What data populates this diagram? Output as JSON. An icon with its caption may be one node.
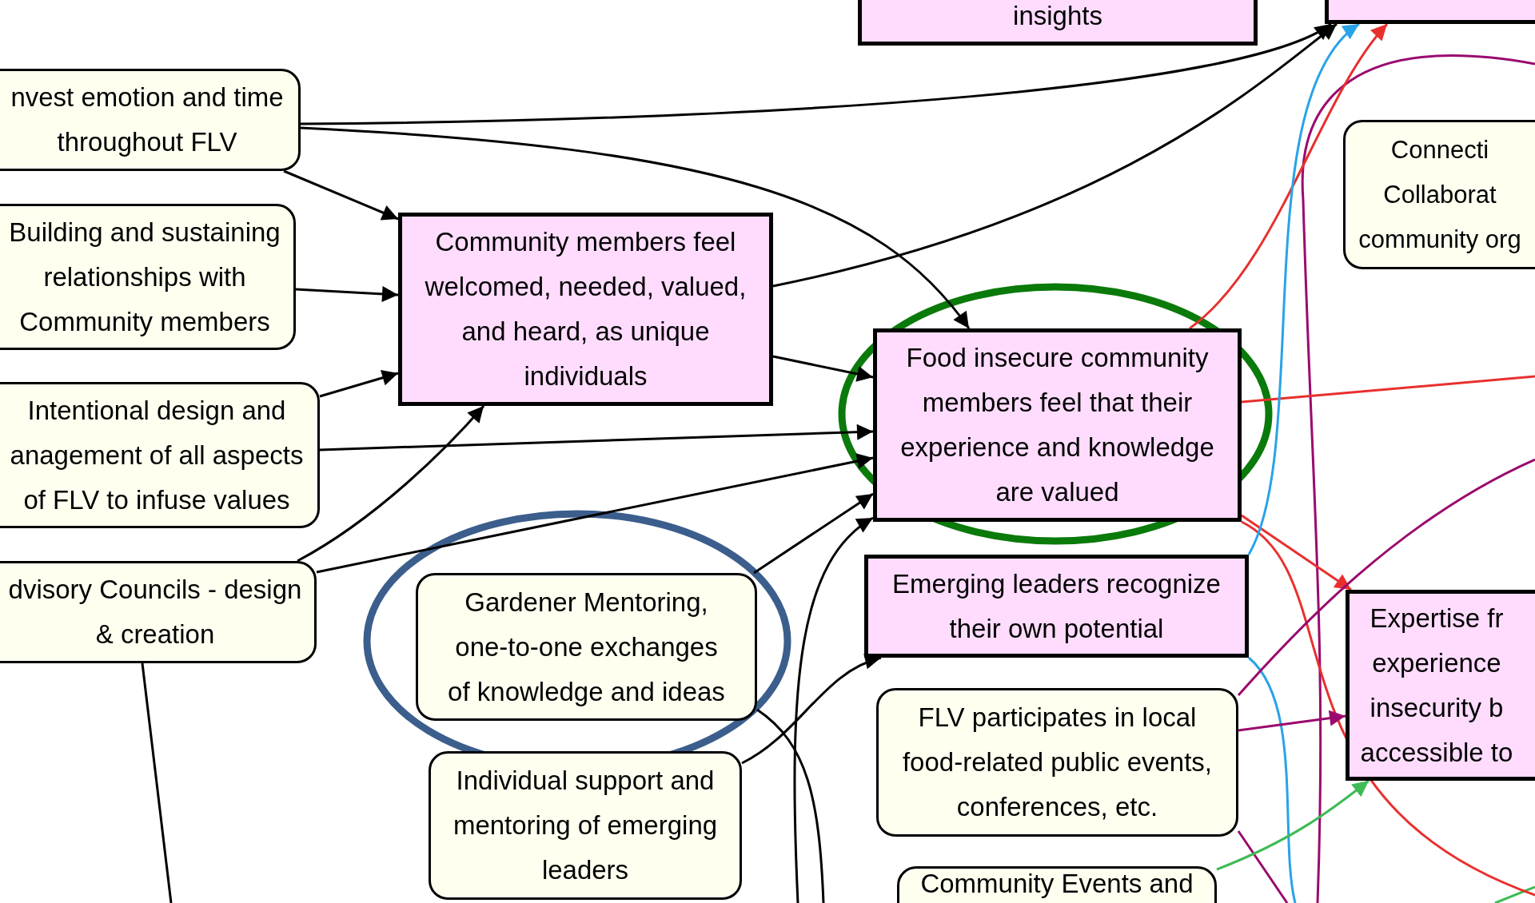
{
  "diagram": {
    "nodes": [
      {
        "text": [
          "insights"
        ]
      },
      {
        "text": [],
        "shape": "box"
      },
      {
        "text": [
          "nvest emotion and time throughout FLV"
        ]
      },
      {
        "text": [
          "Building and sustaining relationships with Community members"
        ]
      },
      {
        "text": [
          "Intentional design and anagement of all aspects of FLV to infuse values"
        ]
      },
      {
        "text": [
          "dvisory Councils - design & creation"
        ]
      },
      {
        "text": [
          "Community members feel welcomed, needed, valued, and heard, as unique individuals"
        ]
      },
      {
        "text": [
          "Food insecure community members feel that their experience and knowledge are valued"
        ]
      },
      {
        "text": [
          "Emerging leaders recognize their own potential"
        ]
      },
      {
        "text": [
          "Gardener Mentoring, one-to-one exchanges of knowledge and ideas"
        ]
      },
      {
        "text": [
          "Individual support and mentoring of emerging leaders"
        ]
      },
      {
        "text": [
          "FLV participates in local food-related public events, conferences, etc."
        ]
      },
      {
        "text": [
          "Community Events and"
        ]
      },
      {
        "text": [
          "Connecti Collaborat community org"
        ]
      },
      {
        "text": [
          "Expertise fr experience insecurity b accessible to"
        ]
      }
    ],
    "edges": [
      {
        "from": 2,
        "to": 1,
        "arrow": "to"
      },
      {
        "from": 2,
        "to": 7,
        "arrow": "to"
      },
      {
        "from": 2,
        "to": 6,
        "arrow": "to"
      },
      {
        "from": 3,
        "to": 6,
        "arrow": "to"
      },
      {
        "from": 4,
        "to": 6,
        "arrow": "to"
      },
      {
        "from": 4,
        "to": 7,
        "arrow": "to"
      },
      {
        "from": 5,
        "to": 6,
        "arrow": "to"
      },
      {
        "from": 5,
        "to": 7,
        "arrow": "to"
      },
      {
        "from": 5,
        "to": null,
        "arrow": "none"
      },
      {
        "from": 6,
        "to": 1,
        "arrow": "to"
      },
      {
        "from": 6,
        "to": 7,
        "arrow": "to"
      },
      {
        "from": 9,
        "to": 7,
        "arrow": "to"
      },
      {
        "from": 10,
        "to": 8,
        "arrow": "to"
      },
      {
        "from": null,
        "to": 7,
        "arrow": "to"
      },
      {
        "from": 9,
        "to": null,
        "arrow": "none"
      },
      {
        "from": 7,
        "to": 1,
        "arrow": "to",
        "color": "#e8302e"
      },
      {
        "from": 7,
        "to": null,
        "arrow": "none",
        "color": "#e8302e"
      },
      {
        "from": 7,
        "to": 14,
        "arrow": "to",
        "color": "#e8302e"
      },
      {
        "from": 7,
        "to": null,
        "arrow": "none",
        "color": "#e8302e"
      },
      {
        "from": 8,
        "to": 1,
        "arrow": "to",
        "color": "#29a3e8"
      },
      {
        "from": 8,
        "to": null,
        "arrow": "none",
        "color": "#29a3e8"
      },
      {
        "from": 11,
        "to": null,
        "arrow": "none",
        "color": "#9a0a6e"
      },
      {
        "from": 11,
        "to": 14,
        "arrow": "to",
        "color": "#9a0a6e"
      },
      {
        "from": 11,
        "to": null,
        "arrow": "none",
        "color": "#9a0a6e"
      },
      {
        "from": 12,
        "to": 14,
        "arrow": "to",
        "color": "#3dbb55"
      }
    ]
  }
}
